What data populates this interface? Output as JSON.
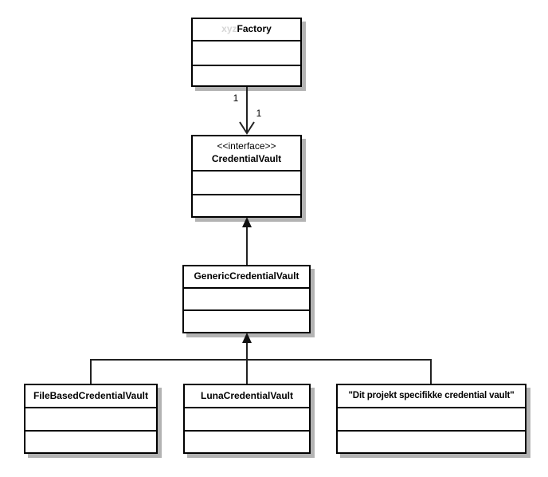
{
  "diagram": {
    "background": "#ffffff",
    "classes": [
      {
        "name_muted_prefix": "xyz",
        "name": "Factory"
      },
      {
        "stereotype": "<<interface>>",
        "name": "CredentialVault"
      },
      {
        "name": "GenericCredentialVault"
      },
      {
        "name": "FileBasedCredentialVault"
      },
      {
        "name": "LunaCredentialVault"
      },
      {
        "name": "\"Dit projekt specifikke credential vault\""
      }
    ],
    "relations": [
      {
        "type": "directed-association",
        "from": "xyzFactory",
        "to": "CredentialVault",
        "source_multiplicity": "1",
        "target_multiplicity": "1"
      },
      {
        "type": "generalization",
        "from": "GenericCredentialVault",
        "to": "CredentialVault"
      },
      {
        "type": "generalization",
        "from": "FileBasedCredentialVault",
        "to": "GenericCredentialVault"
      },
      {
        "type": "generalization",
        "from": "LunaCredentialVault",
        "to": "GenericCredentialVault"
      },
      {
        "type": "generalization",
        "from": "\"Dit projekt specifikke credential vault\"",
        "to": "GenericCredentialVault"
      }
    ],
    "colors": {
      "border": "#000000",
      "connector": "#222222",
      "shadow": "#b3b3b3",
      "muted_text": "#d6d6d6",
      "text": "#000000"
    }
  }
}
